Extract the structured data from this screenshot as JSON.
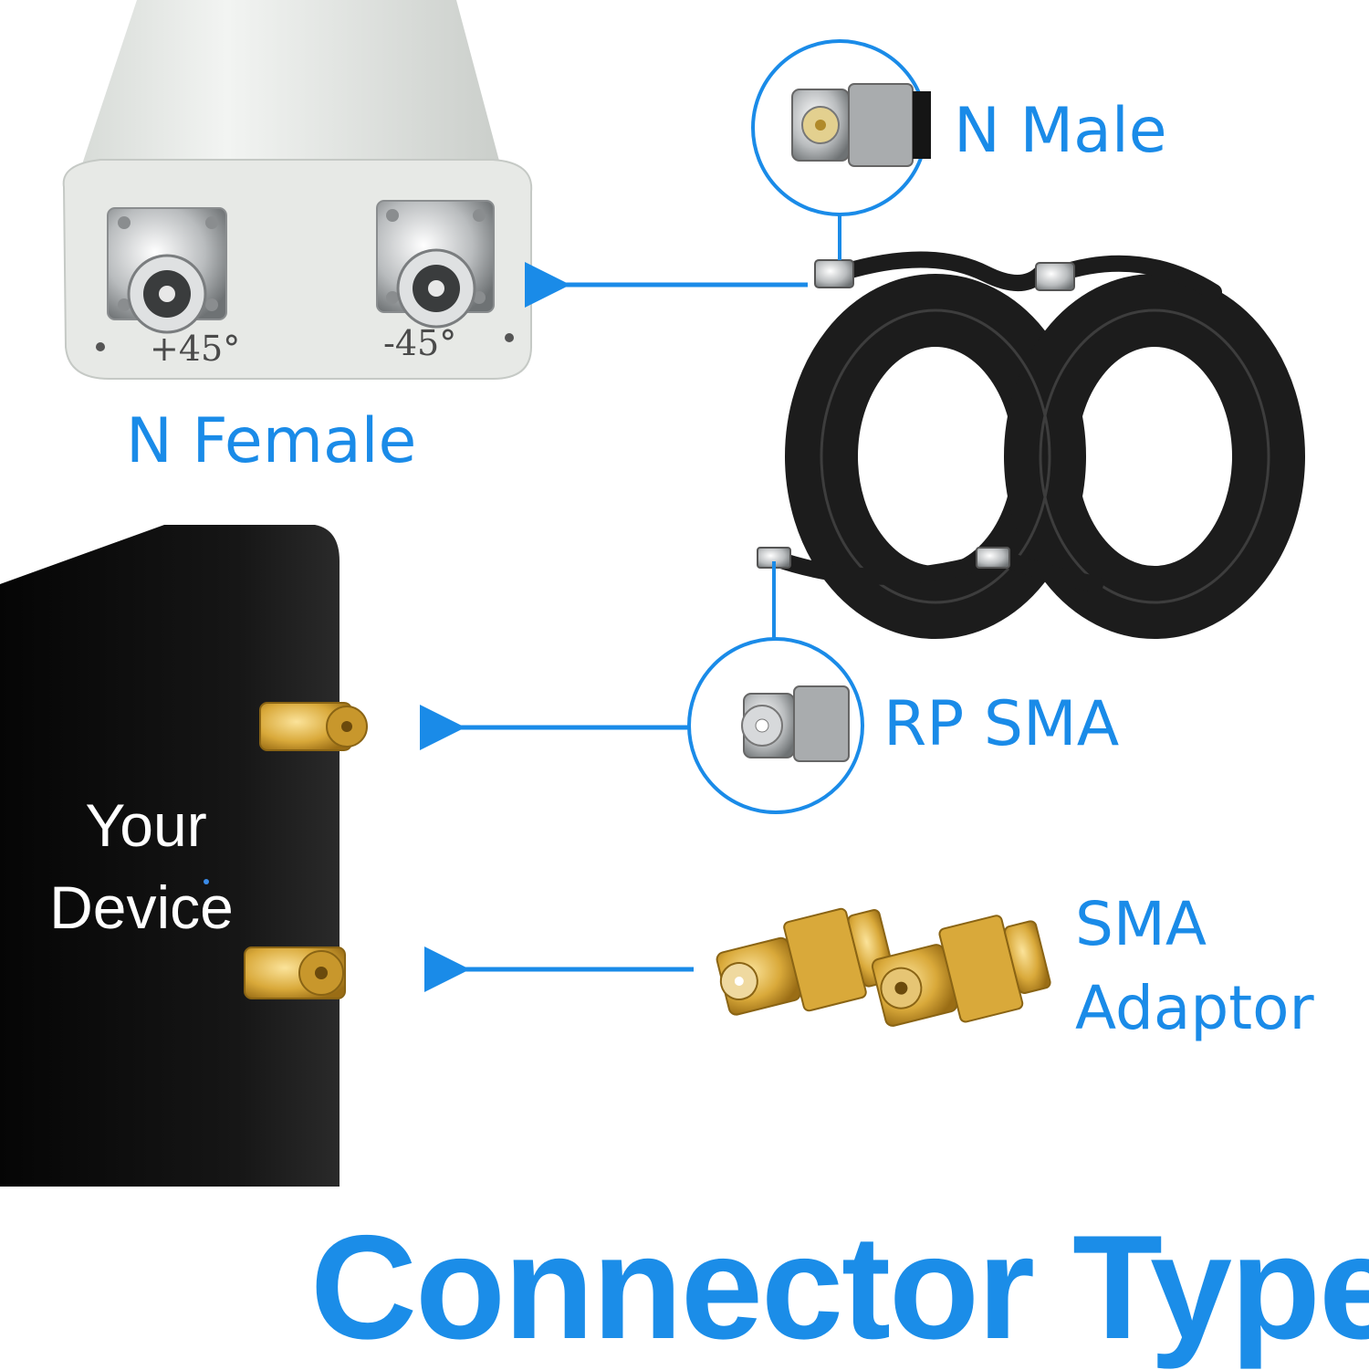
{
  "antenna": {
    "port_left_label": "+45°",
    "port_right_label": "-45°"
  },
  "labels": {
    "n_female": "N Female",
    "n_male": "N Male",
    "rp_sma": "RP SMA",
    "sma_adaptor_line1": "SMA",
    "sma_adaptor_line2": "Adaptor",
    "device_line1": "Your",
    "device_line2": "Device"
  },
  "title": "Connector Type",
  "colors": {
    "accent_blue": "#1a8be8",
    "device_black": "#111111",
    "antenna_white": "#e8ebe8",
    "gold": "#d9a93a",
    "cable_black": "#1c1c1c"
  }
}
